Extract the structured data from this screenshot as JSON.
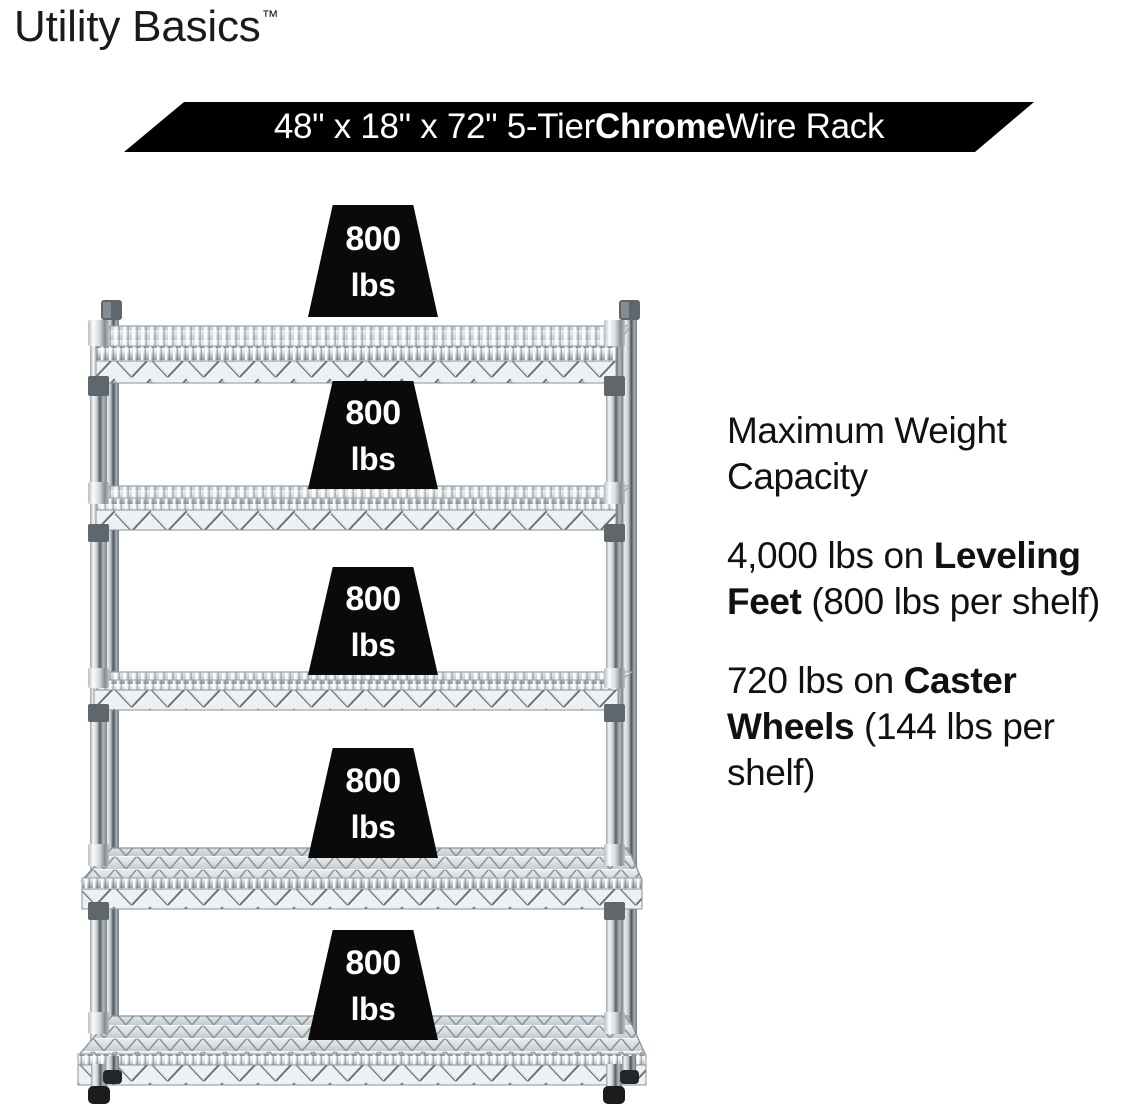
{
  "brand": {
    "name": "Utility Basics",
    "trademark": "™"
  },
  "banner": {
    "prefix": "48\" x 18\" x 72\" 5-Tier ",
    "emphasis": "Chrome",
    "suffix": " Wire Rack",
    "background_color": "#000000",
    "text_color": "#FFFFFF"
  },
  "product": {
    "type": "chrome-wire-shelving-rack",
    "tiers": 5,
    "shelf_labels": [
      {
        "weight": "800",
        "unit": "lbs"
      },
      {
        "weight": "800",
        "unit": "lbs"
      },
      {
        "weight": "800",
        "unit": "lbs"
      },
      {
        "weight": "800",
        "unit": "lbs"
      },
      {
        "weight": "800",
        "unit": "lbs"
      }
    ]
  },
  "specs": {
    "heading": "Maximum Weight Capacity",
    "leveling": {
      "total": "4,000 lbs on ",
      "emphasis": "Leveling Feet",
      "detail": " (800 lbs per shelf)"
    },
    "casters": {
      "total": "720 lbs on ",
      "emphasis": "Caster Wheels",
      "detail": " (144 lbs per shelf)"
    }
  },
  "colors": {
    "callout_bg": "#0A0A0A",
    "callout_text": "#FFFFFF",
    "body_text": "#111111",
    "chrome_light": "#F2F4F5",
    "chrome_mid": "#BFC6CB",
    "chrome_dark": "#6E767C",
    "foot_dark": "#1C1C1C"
  }
}
